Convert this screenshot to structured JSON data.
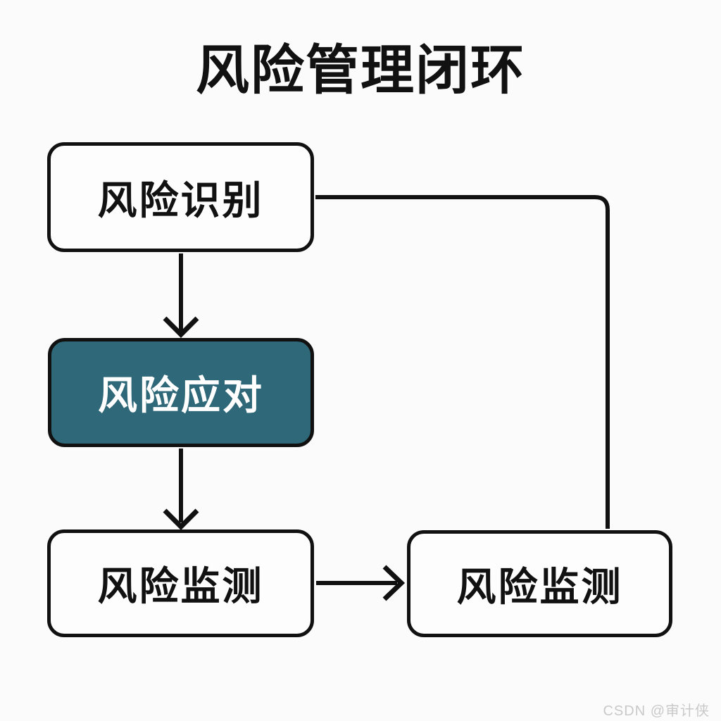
{
  "title": "风险管理闭环",
  "nodes": [
    {
      "id": "identify",
      "label": "风险识别",
      "variant": "default"
    },
    {
      "id": "respond",
      "label": "风险应对",
      "variant": "accent"
    },
    {
      "id": "monitor-left",
      "label": "风险监测",
      "variant": "default"
    },
    {
      "id": "monitor-right",
      "label": "风险监测",
      "variant": "default"
    }
  ],
  "connectors": [
    {
      "from": "identify",
      "to": "respond",
      "style": "arrow-down"
    },
    {
      "from": "respond",
      "to": "monitor-left",
      "style": "arrow-down"
    },
    {
      "from": "monitor-left",
      "to": "monitor-right",
      "style": "arrow-right"
    },
    {
      "from": "identify",
      "to": "monitor-right",
      "style": "plain-loop"
    }
  ],
  "colors": {
    "background": "#fbfbfb",
    "box_fill": "#fdfdfd",
    "box_border": "#111111",
    "accent_fill": "#2f6878",
    "accent_text": "#ffffff",
    "text": "#111111",
    "line": "#111111",
    "watermark": "#c9c9c9"
  },
  "watermark": "CSDN @审计侠"
}
